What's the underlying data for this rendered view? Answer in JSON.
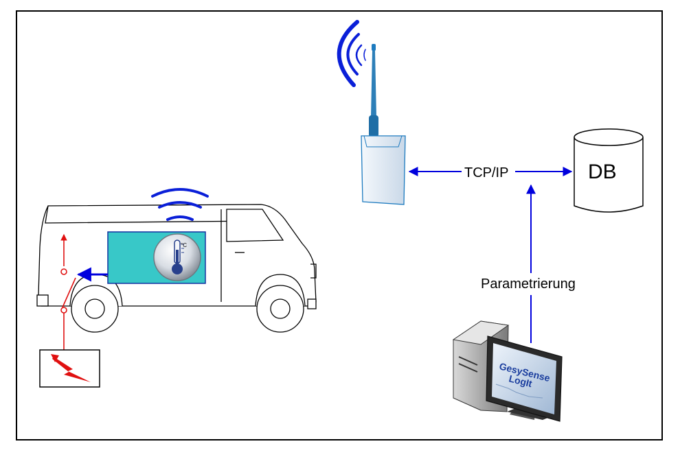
{
  "labels": {
    "tcpip": "TCP/IP",
    "db": "DB",
    "parametrierung": "Parametrierung",
    "logo_line1": "GesySense",
    "logo_line2": "LogIt",
    "celsius": "°C"
  },
  "colors": {
    "arrow_blue": "#0000dd",
    "signal_blue": "#0a1fd8",
    "antenna_blue": "#2d7fb8",
    "sensor_box": "#38c8c8",
    "relay_red": "#e01010",
    "frame": "#000000"
  },
  "icons": {
    "van": "van-icon",
    "thermometer": "thermometer-icon",
    "radio": "radio-transmitter-icon",
    "database": "database-icon",
    "computer": "computer-icon",
    "lightning": "lightning-icon"
  }
}
